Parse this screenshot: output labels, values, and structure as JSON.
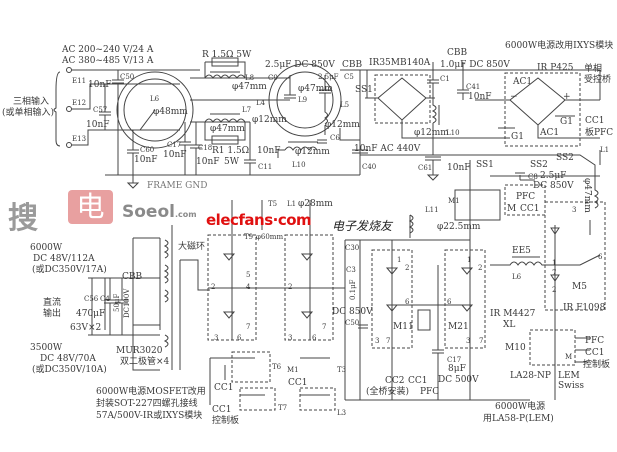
{
  "watermarks": {
    "soeol_chars": "搜电",
    "soeol_text": "Soeol",
    "soeol_suffix": ".com",
    "elecfans": "elecfans·com",
    "dianzi": "电子发烧友"
  },
  "input": {
    "ac_line1": "AC 200~240 V/24 A",
    "ac_line2": "AC 380~485 V/13 A",
    "terminals": [
      "E11",
      "E12",
      "E13"
    ],
    "label1": "三相输入",
    "label2": "(或单相输入)",
    "frame_gnd": "FRAME GND"
  },
  "emi_filter": {
    "c50": "C50",
    "c50_val": "10nF",
    "c57": "C57",
    "c57_val": "10nF",
    "c60": "C60",
    "c60_val": "10nF",
    "c17": "C17",
    "c17_val": "10nF",
    "c18": "C18",
    "c18_val": "10nF",
    "c11": "C11",
    "c11_val": "10nF",
    "l6": "L6",
    "l6_dia": "φ48mm",
    "r_top": "R 1.5Ω 5W",
    "l8": "L8",
    "l8_dia": "φ47mm",
    "l7": "L7",
    "l7_dia": "φ47mm",
    "r1": "R1 1.5Ω",
    "r1_w": "5W",
    "l4": "L4",
    "l4_dia": "φ12mm",
    "l9": "L9",
    "l9_dia": "φ47mm",
    "l10": "L10",
    "l10_dia": "φ12mm",
    "c9": "C9",
    "c9_val": "2.5μF DC 850V",
    "cbb1": "CBB",
    "c5": "C5",
    "c5_val": "2.5μF",
    "l5": "L5",
    "l5_dia": "φ12mm",
    "c6": "C6",
    "c6_val": "10nF AC 440V",
    "c40": "C40"
  },
  "rectifier": {
    "bridge": "IR35MB140A",
    "ss1_a": "SS1",
    "ss1_b": "SS1",
    "cbb2": "CBB",
    "c1": "C1",
    "c1_val": "1.0μF DC 850V",
    "c41": "C41",
    "c41_val": "10nF",
    "l10b": "L10",
    "l10b_dia": "φ12mm",
    "c61": "C61",
    "c61_val": "10nF"
  },
  "pfc_bridge": {
    "note": "6000W电源改用IXYS模块",
    "part": "IR P425",
    "ac1_a": "AC1",
    "ac1_b": "AC1",
    "g1_a": "G1",
    "g1_b": "G1",
    "minus": "−",
    "plus": "+",
    "title1": "单相",
    "title2": "受控桥",
    "cc1": "CC1",
    "cc1_pfc": "板PFC",
    "ss2_a": "SS2",
    "ss2_b": "SS2",
    "c8": "C8",
    "c8_val": "2.5μF",
    "c8_v": "DC 850V",
    "l1": "L1",
    "l1_dia": "φ47mm",
    "m1": "M1",
    "m1_pfc": "PFC",
    "m1_cc1": "CC1",
    "m1_m": "M"
  },
  "output": {
    "p6000": "6000W",
    "v6000": "DC 48V/112A",
    "alt6000": "(或DC350V/17A)",
    "cbb": "CBB",
    "c56": "C56",
    "c4": "C4",
    "title1": "直流",
    "title2": "输出",
    "cap_val": "470μF",
    "cap_v": "63V×2",
    "c_small": "50μF",
    "c_small_v": "DC100V",
    "p3500": "3500W",
    "v3500": "DC 48V/70A",
    "alt3500": "(或DC350V/10A)",
    "diode": "MUR3020",
    "diode_desc": "双二极管×4"
  },
  "inverter": {
    "t9": "T9",
    "t9_dia": "φ60mm",
    "big_ring": "大磁环",
    "t5": "T5",
    "l1b": "L1",
    "l1b_dia": "φ28mm",
    "pins_left": [
      "2",
      "4",
      "5",
      "7",
      "3",
      "6"
    ],
    "pins_right": [
      "2",
      "3",
      "6",
      "7"
    ],
    "t6": "T6",
    "t7": "T7",
    "m1b": "M1",
    "cc1_a": "CC1",
    "cc1_b": "CC1",
    "cc1_c": "CC1",
    "ctrl": "控制板",
    "mosfet_note1": "6000W电源MOSFET改用",
    "mosfet_note2": "封装SOT-227四螺孔接线",
    "mosfet_note3": "57A/500V-IR或IXYS模块",
    "t3": "T3",
    "l3": "L3"
  },
  "pfc_stage": {
    "l11": "L11",
    "l11_dia": "φ22.5mm",
    "c30": "C30",
    "c3": "C3",
    "c3_val": "0.1μF",
    "dc850": "DC 850V",
    "c50b": "C50",
    "m11": "M11",
    "m21": "M21",
    "m11_pins": [
      "1",
      "2",
      "6",
      "3",
      "7"
    ],
    "m21_pins": [
      "1",
      "2",
      "6",
      "3",
      "7"
    ],
    "c17": "C17",
    "c17_val": "8μF",
    "c17_v": "DC 500V",
    "cc2": "CC2",
    "cc2_note": "(全桥安装)",
    "cc1": "CC1",
    "pfc": "PFC",
    "driver": "IR M4427",
    "driver2": "XL",
    "ee5": "EE5",
    "l6b": "L6",
    "m5": "M5",
    "m5_part": "IR F1098",
    "m5_pins": [
      "3",
      "1",
      "7",
      "2",
      "6"
    ],
    "m10": "M10",
    "sensor": "LA28-NP",
    "lem": "LEM",
    "swiss": "Swiss",
    "out_pfc": "PFC",
    "out_cc1": "CC1",
    "out_ctrl": "控制板",
    "out_m": "M",
    "lem_note1": "6000W电源",
    "lem_note2": "用LA58-P(LEM)"
  }
}
